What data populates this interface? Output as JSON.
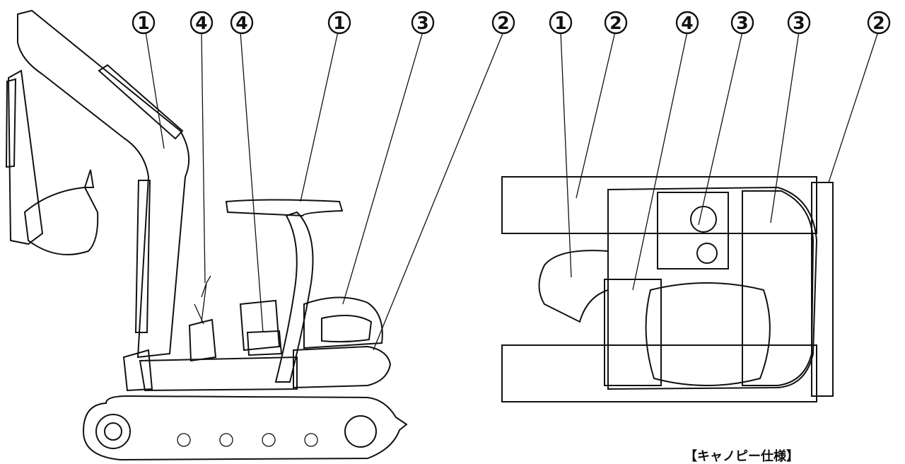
{
  "callouts_side": [
    "1",
    "4",
    "4",
    "1",
    "3",
    "2"
  ],
  "callouts_top": [
    "1",
    "2",
    "4",
    "3",
    "3",
    "2"
  ],
  "caption": "【キャノピー仕様】",
  "legend_fills": {
    "zone_1": "crosshatch",
    "zone_2": "basketweave",
    "zone_3": "diagonal-lines",
    "zone_4": "dotted"
  },
  "colors": {
    "ink": "#111111",
    "paper": "#ffffff"
  }
}
